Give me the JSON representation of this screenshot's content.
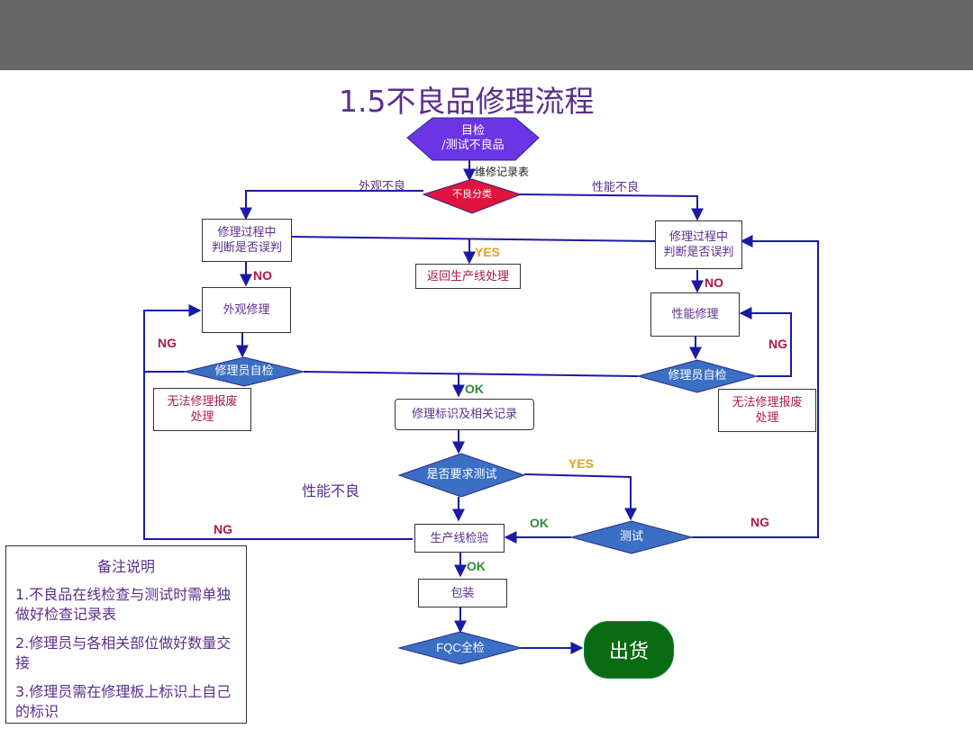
{
  "title": "1.5不良品修理流程",
  "nodes": {
    "start_line1": "目检",
    "start_line2": "/测试不良品",
    "classify": "不良分类",
    "judge_left_line1": "修理过程中",
    "judge_left_line2": "判断是否误判",
    "judge_right_line1": "修理过程中",
    "judge_right_line2": "判断是否误判",
    "return_line": "返回生产线处理",
    "appearance_repair": "外观修理",
    "performance_repair": "性能修理",
    "self_check_left": "修理员自检",
    "self_check_right": "修理员自检",
    "scrap_left_line1": "无法修理报废",
    "scrap_left_line2": "处理",
    "scrap_right_line1": "无法修理报废",
    "scrap_right_line2": "处理",
    "mark_record": "修理标识及相关记录",
    "test_required": "是否要求测试",
    "test": "测试",
    "line_inspection": "生产线检验",
    "packing": "包装",
    "fqc": "FQC全检",
    "ship": "出货"
  },
  "labels": {
    "repair_record": "维修记录表",
    "appearance_bad": "外观不良",
    "performance_bad_top": "性能不良",
    "performance_bad_mid": "性能不良",
    "yes_return": "YES",
    "no_left": "NO",
    "no_right": "NO",
    "ng_left": "NG",
    "ng_right": "NG",
    "ok_mark": "OK",
    "yes_test": "YES",
    "ok_test": "OK",
    "ng_test": "NG",
    "ng_line": "NG",
    "ok_pack": "OK"
  },
  "notes": {
    "title": "备注说明",
    "items": [
      "1.不良品在线检查与测试时需单独做好检查记录表",
      "2.修理员与各相关部位做好数量交接",
      "3.修理员需在修理板上标识上自己的标识"
    ]
  },
  "colors": {
    "topbar": "#666666",
    "title": "#5b2d8c",
    "arrow": "#1a1aa6",
    "diamond_blue": "#3a6fc4",
    "diamond_red": "#e0143c",
    "hexagon": "#6b35e6",
    "ship_green": "#0b6b12"
  }
}
